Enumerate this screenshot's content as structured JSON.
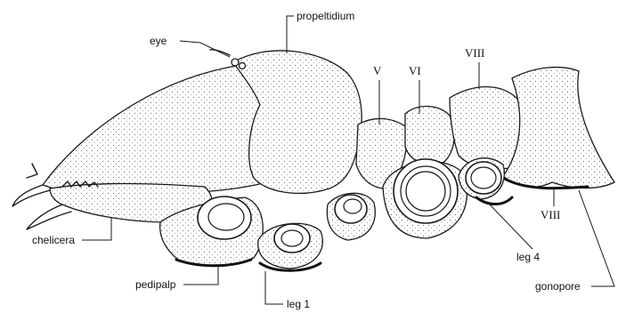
{
  "diagram": {
    "labels": {
      "propeltidium": "propeltidium",
      "eye": "eye",
      "v": "V",
      "vi": "VI",
      "viii_top": "VIII",
      "viii_bottom": "VIII",
      "chelicera": "chelicera",
      "pedipalp": "pedipalp",
      "leg1": "leg 1",
      "leg4": "leg 4",
      "gonopore": "gonopore"
    }
  }
}
